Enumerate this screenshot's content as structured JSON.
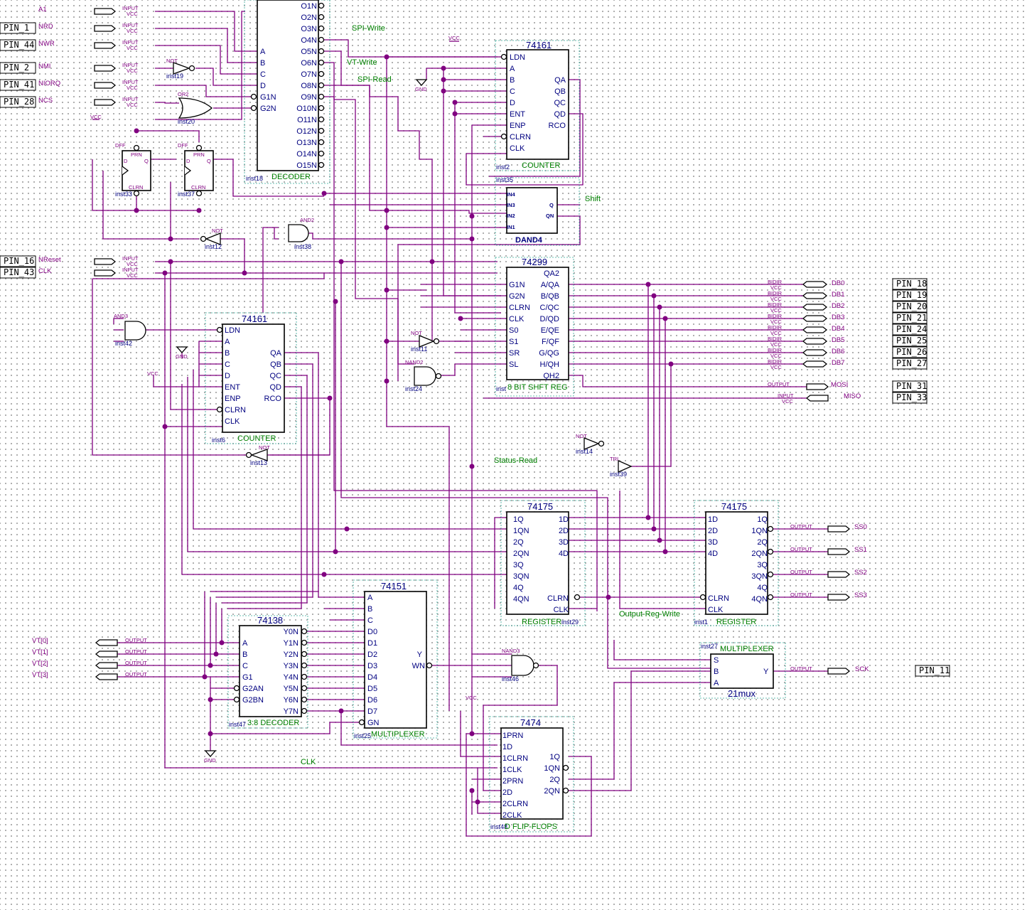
{
  "input_pins": [
    {
      "pin": "",
      "name": "A1"
    },
    {
      "pin": "PIN_1",
      "name": "NRD"
    },
    {
      "pin": "PIN_44",
      "name": "NWR"
    },
    {
      "pin": "PIN_2",
      "name": "NMI"
    },
    {
      "pin": "PIN_41",
      "name": "NIORQ"
    },
    {
      "pin": "PIN_28",
      "name": "NCS"
    },
    {
      "pin": "PIN_16",
      "name": "NReset"
    },
    {
      "pin": "PIN_43",
      "name": "CLK"
    }
  ],
  "pin_labels": {
    "input": "INPUT",
    "vcc": "VCC",
    "output": "OUTPUT",
    "bidir": "BIDIR",
    "gnd": "GND",
    "tri": "TRI"
  },
  "bidir_pins": [
    {
      "pin": "PIN_18",
      "name": "DB0"
    },
    {
      "pin": "PIN_19",
      "name": "DB1"
    },
    {
      "pin": "PIN_20",
      "name": "DB2"
    },
    {
      "pin": "PIN_21",
      "name": "DB3"
    },
    {
      "pin": "PIN_24",
      "name": "DB4"
    },
    {
      "pin": "PIN_25",
      "name": "DB5"
    },
    {
      "pin": "PIN_26",
      "name": "DB6"
    },
    {
      "pin": "PIN_27",
      "name": "DB7"
    }
  ],
  "mosi": {
    "pin": "PIN_31",
    "name": "MOSI"
  },
  "miso": {
    "pin": "PIN_33",
    "name": "MISO"
  },
  "ss_outputs": [
    "SS0",
    "SS1",
    "SS2",
    "SS3"
  ],
  "sck": {
    "pin": "PIN_11",
    "name": "SCK"
  },
  "vt_outputs": [
    "VT[0]",
    "VT[1]",
    "VT[2]",
    "VT[3]"
  ],
  "gates": {
    "not": "NOT",
    "or2": "OR2",
    "and2": "AND2",
    "and3": "AND3",
    "nand2": "NAND2",
    "nand3": "NAND3",
    "dff": "DFF",
    "prn": "PRN",
    "clrn": "CLRN",
    "inst19": "inst19",
    "inst20": "inst20",
    "inst33": "inst33",
    "inst37": "inst37",
    "inst12": "inst12",
    "inst38": "inst38",
    "inst42": "inst42",
    "inst11": "inst11",
    "inst24": "inst24",
    "inst14": "inst14",
    "inst39": "inst39",
    "inst13": "inst13",
    "inst46": "inst46",
    "inst35": "inst35"
  },
  "decoder": {
    "inputs": [
      "A",
      "B",
      "C",
      "D",
      "G1N",
      "G2N"
    ],
    "outputs": [
      "O1N",
      "O2N",
      "O3N",
      "O4N",
      "O5N",
      "O6N",
      "O7N",
      "O8N",
      "O9N",
      "O10N",
      "O11N",
      "O12N",
      "O13N",
      "O14N",
      "O15N"
    ],
    "inst": "inst18",
    "caption": "DECODER"
  },
  "counter_top": {
    "title": "74161",
    "left": [
      "LDN",
      "A",
      "B",
      "C",
      "D",
      "ENT",
      "ENP",
      "CLRN",
      "CLK"
    ],
    "right": [
      "QA",
      "QB",
      "QC",
      "QD",
      "RCO"
    ],
    "inst": "inst2",
    "caption": "COUNTER"
  },
  "dand4": {
    "title": "DAND4",
    "left": [
      "IN4",
      "IN3",
      "IN2",
      "IN1"
    ],
    "right": [
      "Q",
      "QN"
    ]
  },
  "shiftreg": {
    "title": "74299",
    "left": [
      "G1N",
      "G2N",
      "CLRN",
      "CLK",
      "S0",
      "S1",
      "SR",
      "SL"
    ],
    "right": [
      "QA2",
      "A/QA",
      "B/QB",
      "C/QC",
      "D/QD",
      "E/QE",
      "F/QF",
      "G/QG",
      "H/QH",
      "QH2"
    ],
    "inst": "inst",
    "caption": "8 BIT SHFT REG"
  },
  "counter_low": {
    "title": "74161",
    "left": [
      "LDN",
      "A",
      "B",
      "C",
      "D",
      "ENT",
      "ENP",
      "CLRN",
      "CLK"
    ],
    "right": [
      "QA",
      "QB",
      "QC",
      "QD",
      "RCO"
    ],
    "inst": "inst6",
    "caption": "COUNTER"
  },
  "reg29": {
    "title": "74175",
    "left": [
      "1Q",
      "1QN",
      "2Q",
      "2QN",
      "3Q",
      "3QN",
      "4Q",
      "4QN"
    ],
    "right": [
      "1D",
      "2D",
      "3D",
      "4D",
      "CLRN",
      "CLK"
    ],
    "inst": "inst29",
    "caption": "REGISTER"
  },
  "reg1": {
    "title": "74175",
    "left": [
      "1D",
      "2D",
      "3D",
      "4D",
      "CLRN",
      "CLK"
    ],
    "right": [
      "1Q",
      "1QN",
      "2Q",
      "2QN",
      "3Q",
      "3QN",
      "4Q",
      "4QN"
    ],
    "inst": "inst1",
    "caption": "REGISTER"
  },
  "dec138": {
    "title": "74138",
    "left": [
      "A",
      "B",
      "C",
      "G1",
      "G2AN",
      "G2BN"
    ],
    "right": [
      "Y0N",
      "Y1N",
      "Y2N",
      "Y3N",
      "Y4N",
      "Y5N",
      "Y6N",
      "Y7N"
    ],
    "inst": "inst47",
    "caption": "3:8 DECODER"
  },
  "mux151": {
    "title": "74151",
    "left": [
      "A",
      "B",
      "C",
      "D0",
      "D1",
      "D2",
      "D3",
      "D4",
      "D5",
      "D6",
      "D7",
      "GN"
    ],
    "right": [
      "Y",
      "WN"
    ],
    "inst": "inst25",
    "caption": "MULTIPLEXER"
  },
  "mux21": {
    "title": "MULTIPLEXER",
    "left": [
      "S",
      "B",
      "A"
    ],
    "right": [
      "Y"
    ],
    "inst": "inst27",
    "caption": "21mux"
  },
  "ff7474": {
    "title": "7474",
    "left": [
      "1PRN",
      "1D",
      "1CLRN",
      "1CLK",
      "2PRN",
      "2D",
      "2CLRN",
      "2CLK"
    ],
    "right": [
      "1Q",
      "1QN",
      "2Q",
      "2QN"
    ],
    "inst": "inst48",
    "caption": "D FLIP-FLOPS"
  },
  "net_labels": {
    "spi_write": "SPI-Write",
    "vt_write": "VT-Write",
    "spi_read": "SPI-Read",
    "shift": "Shift",
    "status_read": "Status-Read",
    "output_reg_write": "Output-Reg-Write",
    "clk": "CLK"
  }
}
